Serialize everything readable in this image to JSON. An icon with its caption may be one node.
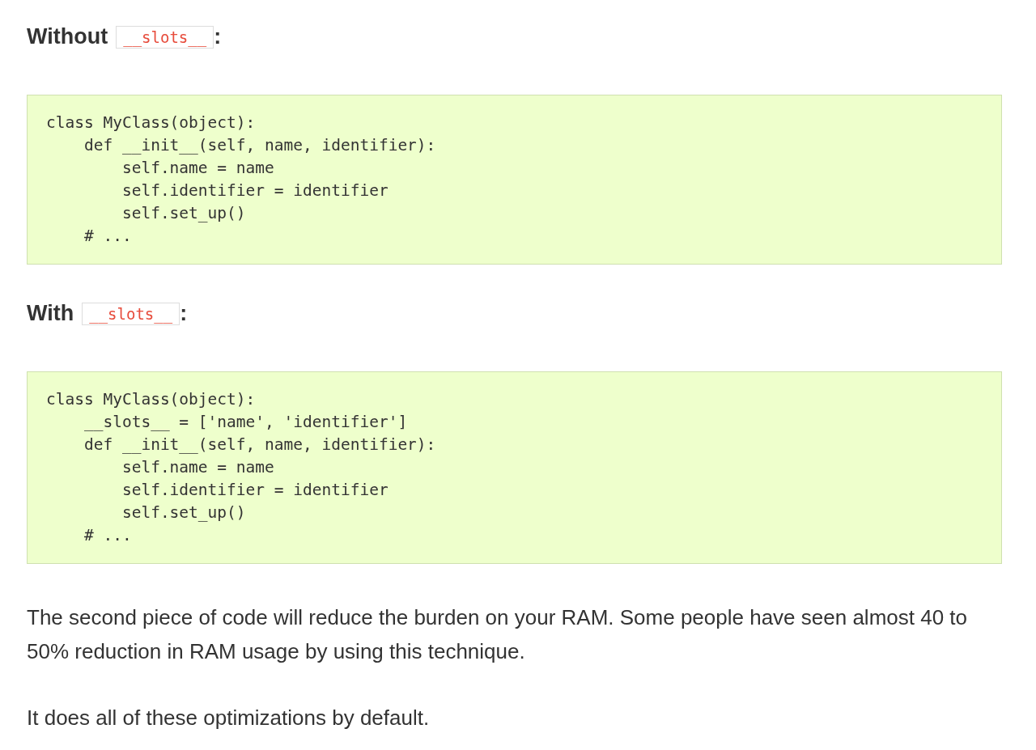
{
  "diagram": {
    "labels": [
      "Without",
      "__slots__",
      ":",
      "class MyClass(object):",
      "    def __init__(self, name, identifier):",
      "        self.name = name",
      "        self.identifier = identifier",
      "        self.set_up()",
      "    # ...",
      "With",
      "__slots__",
      ":",
      "class MyClass(object):",
      "    __slots__ = ['name', 'identifier']",
      "    def __init__(self, name, identifier):",
      "        self.name = name",
      "        self.identifier = identifier",
      "        self.set_up()",
      "    # ...",
      "The second piece of code will reduce the burden on your RAM. Some people have seen almost 40 to 50% reduction in RAM usage by using this technique.",
      "It does all of these optimizations by default."
    ]
  }
}
